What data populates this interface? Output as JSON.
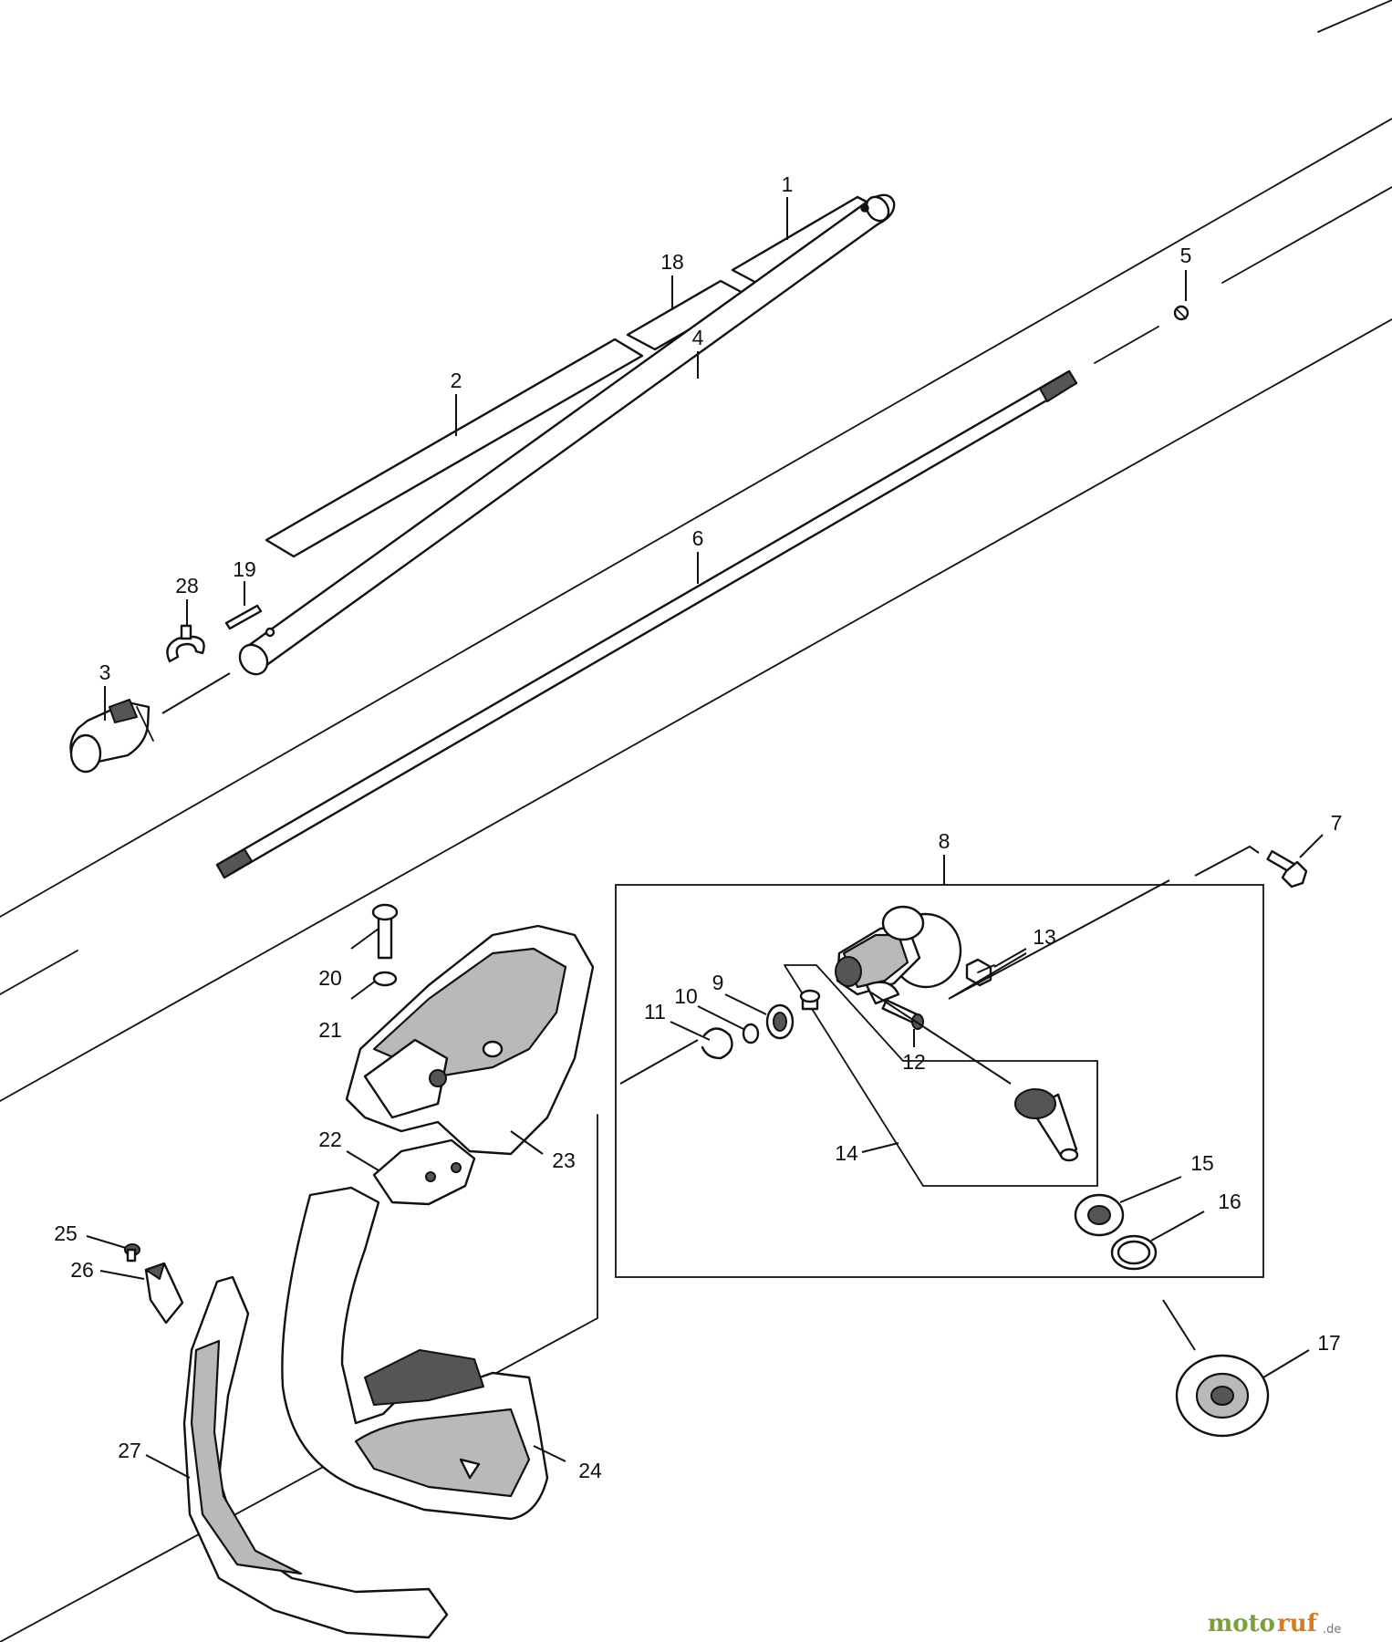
{
  "diagram": {
    "parts": [
      {
        "id": "p1",
        "label": "1"
      },
      {
        "id": "p2",
        "label": "2"
      },
      {
        "id": "p3",
        "label": "3"
      },
      {
        "id": "p4",
        "label": "4"
      },
      {
        "id": "p5",
        "label": "5"
      },
      {
        "id": "p6",
        "label": "6"
      },
      {
        "id": "p7",
        "label": "7"
      },
      {
        "id": "p8",
        "label": "8"
      },
      {
        "id": "p9",
        "label": "9"
      },
      {
        "id": "p10",
        "label": "10"
      },
      {
        "id": "p11",
        "label": "11"
      },
      {
        "id": "p12",
        "label": "12"
      },
      {
        "id": "p13",
        "label": "13"
      },
      {
        "id": "p14",
        "label": "14"
      },
      {
        "id": "p15",
        "label": "15"
      },
      {
        "id": "p16",
        "label": "16"
      },
      {
        "id": "p17",
        "label": "17"
      },
      {
        "id": "p18",
        "label": "18"
      },
      {
        "id": "p19",
        "label": "19"
      },
      {
        "id": "p20",
        "label": "20"
      },
      {
        "id": "p21",
        "label": "21"
      },
      {
        "id": "p22",
        "label": "22"
      },
      {
        "id": "p23",
        "label": "23"
      },
      {
        "id": "p24",
        "label": "24"
      },
      {
        "id": "p25",
        "label": "25"
      },
      {
        "id": "p26",
        "label": "26"
      },
      {
        "id": "p27",
        "label": "27"
      },
      {
        "id": "p28",
        "label": "28"
      }
    ]
  },
  "watermark": {
    "part_a": "moto",
    "part_b": "ruf",
    "suffix": ".de"
  }
}
